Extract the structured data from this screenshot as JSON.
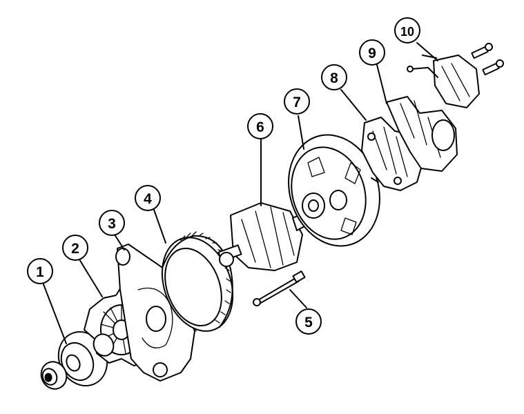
{
  "diagram": {
    "callouts": [
      {
        "id": 1,
        "label": "1"
      },
      {
        "id": 2,
        "label": "2"
      },
      {
        "id": 3,
        "label": "3"
      },
      {
        "id": 4,
        "label": "4"
      },
      {
        "id": 5,
        "label": "5"
      },
      {
        "id": 6,
        "label": "6"
      },
      {
        "id": 7,
        "label": "7"
      },
      {
        "id": 8,
        "label": "8"
      },
      {
        "id": 9,
        "label": "9"
      },
      {
        "id": 10,
        "label": "10"
      }
    ],
    "colors": {
      "ink": "#000000",
      "paper": "#ffffff"
    }
  }
}
